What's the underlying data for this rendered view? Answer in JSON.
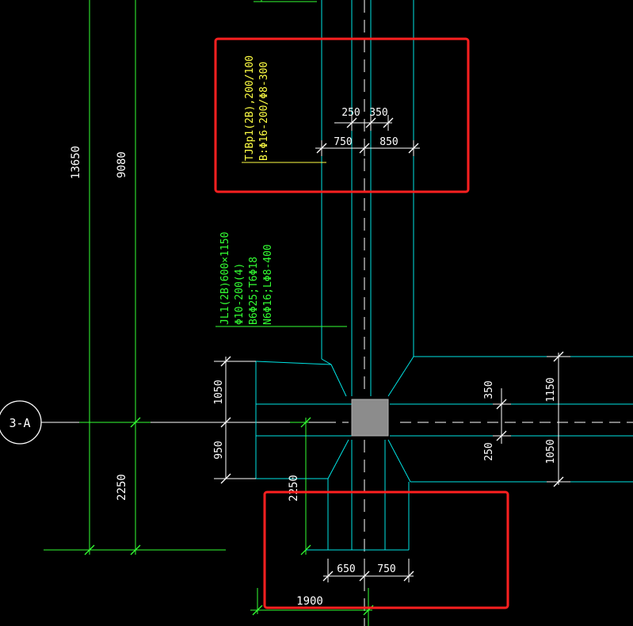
{
  "axis_label": "3-A",
  "dims": {
    "d13650": "13650",
    "d9080": "9080",
    "d2250_left": "2250",
    "d2250_mid": "2250",
    "d250_top": "250",
    "d350_top": "350",
    "d750_top": "750",
    "d850_top": "850",
    "d1050_left": "1050",
    "d950_left": "950",
    "d350_right": "350",
    "d250_right": "250",
    "d1150_right": "1150",
    "d1050_right": "1050",
    "d650_bot": "650",
    "d750_bot": "750",
    "d1900_bot": "1900"
  },
  "annotations": {
    "jl_line1": "JL1(2B)600×1150",
    "jl_line2": "Φ10-200(4)",
    "jl_line3": "B6Φ25;T6Φ18",
    "jl_line4": "N6Φ16;LΦ8-400",
    "tjbp_line1": "TJBp1(2B),200/100",
    "tjbp_line2": "B:Φ16-200/Φ8-300"
  },
  "colors": {
    "background": "#000000",
    "beam_outline": "#00e5e5",
    "dimension_line": "#33ff33",
    "column_fill": "#8c8c8c",
    "highlight_box": "#ff2020",
    "note_text": "#ffff44"
  }
}
